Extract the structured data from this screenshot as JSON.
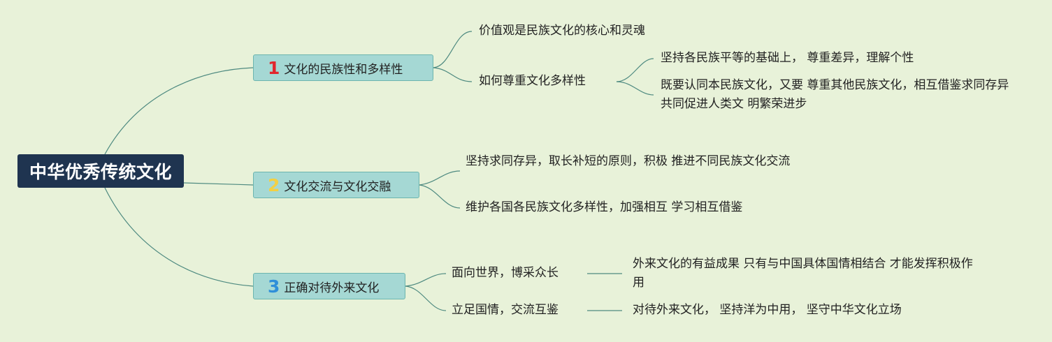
{
  "root": {
    "title": "中华优秀传统文化"
  },
  "branches": [
    {
      "number": "1",
      "label": "文化的民族性和多样性",
      "children": [
        {
          "text": "价值观是民族文化的核心和灵魂"
        },
        {
          "text": "如何尊重文化多样性",
          "children": [
            "坚持各民族平等的基础上， 尊重差异，理解个性",
            "既要认同本民族文化，又要 尊重其他民族文化，相互借鉴求同存异 共同促进人类文 明繁荣进步"
          ]
        }
      ]
    },
    {
      "number": "2",
      "label": "文化交流与文化交融",
      "children": [
        {
          "text": "坚持求同存异，取长补短的原则，积极 推进不同民族文化交流"
        },
        {
          "text": "维护各国各民族文化多样性，加强相互 学习相互借鉴"
        }
      ]
    },
    {
      "number": "3",
      "label": "正确对待外来文化",
      "children": [
        {
          "text": "面向世界，博采众长",
          "children": [
            "外来文化的有益成果 只有与中国具体国情相结合 才能发挥积极作用"
          ]
        },
        {
          "text": "立足国情，交流互鉴",
          "children": [
            "对待外来文化， 坚持洋为中用， 坚守中华文化立场"
          ]
        }
      ]
    }
  ]
}
